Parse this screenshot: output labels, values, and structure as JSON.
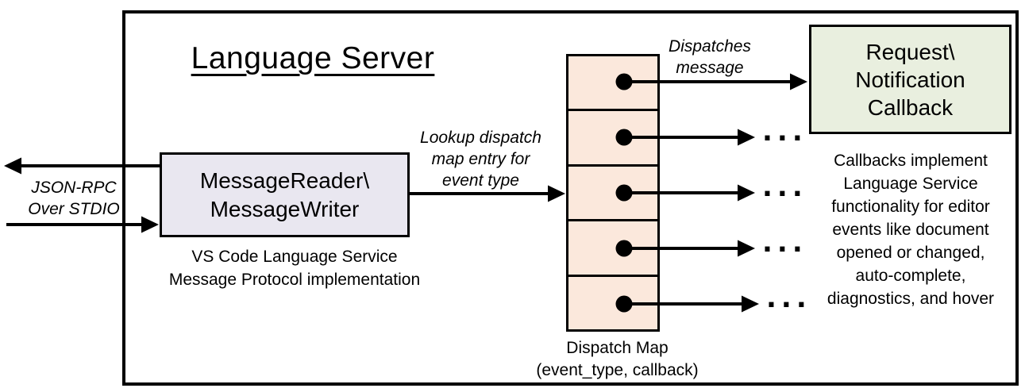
{
  "diagram": {
    "title": "Language Server",
    "reader_box": {
      "line1": "MessageReader\\",
      "line2": "MessageWriter",
      "caption_line1": "VS Code Language Service",
      "caption_line2": "Message Protocol implementation"
    },
    "io_label": {
      "line1": "JSON-RPC",
      "line2": "Over STDIO"
    },
    "lookup_label": {
      "line1": "Lookup dispatch",
      "line2": "map entry for",
      "line3": "event type"
    },
    "dispatches_label": {
      "line1": "Dispatches",
      "line2": "message"
    },
    "dispatch_map": {
      "label_line1": "Dispatch Map",
      "label_line2": "(event_type, callback)",
      "cell_count": 5
    },
    "callback_box": {
      "line1": "Request\\",
      "line2": "Notification",
      "line3": "Callback"
    },
    "callbacks_note": {
      "lines": [
        "Callbacks implement",
        "Language Service",
        "functionality for editor",
        "events like document",
        "opened or changed,",
        "auto-complete,",
        "diagnostics, and hover"
      ]
    },
    "ellipsis": "...",
    "colors": {
      "reader_box_fill": "#e9e7f0",
      "callback_box_fill": "#e9efdf",
      "dispatch_cell_fill": "#fbe8dc",
      "line": "#000000"
    }
  }
}
